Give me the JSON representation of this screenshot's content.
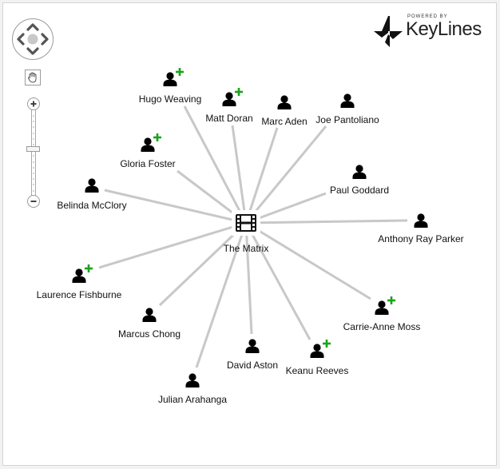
{
  "branding": {
    "powered_by": "POWERED BY",
    "name": "KeyLines"
  },
  "controls": {
    "navigation": [
      "pan-up",
      "pan-down",
      "pan-left",
      "pan-right",
      "reset-center"
    ],
    "hand_tool": "hand-icon",
    "zoom_in": "+",
    "zoom_out": "−",
    "zoom_level": 0.55
  },
  "colors": {
    "edge": "#c8c8c8",
    "node_icon": "#000000",
    "plus_badge": "#1aa31a",
    "label": "#111111"
  },
  "graph": {
    "center": {
      "id": "matrix",
      "label": "The Matrix",
      "icon": "film-icon"
    },
    "nodes": [
      {
        "id": "hugo-weaving",
        "label": "Hugo Weaving",
        "icon": "person-icon",
        "expandable": true
      },
      {
        "id": "matt-doran",
        "label": "Matt Doran",
        "icon": "person-icon",
        "expandable": true
      },
      {
        "id": "marc-aden",
        "label": "Marc Aden",
        "icon": "person-icon",
        "expandable": false
      },
      {
        "id": "joe-pantoliano",
        "label": "Joe Pantoliano",
        "icon": "person-icon",
        "expandable": false
      },
      {
        "id": "paul-goddard",
        "label": "Paul Goddard",
        "icon": "person-icon",
        "expandable": false
      },
      {
        "id": "anthony-ray-parker",
        "label": "Anthony Ray Parker",
        "icon": "person-icon",
        "expandable": false
      },
      {
        "id": "carrie-anne-moss",
        "label": "Carrie-Anne Moss",
        "icon": "person-icon",
        "expandable": true
      },
      {
        "id": "keanu-reeves",
        "label": "Keanu Reeves",
        "icon": "person-icon",
        "expandable": true
      },
      {
        "id": "david-aston",
        "label": "David Aston",
        "icon": "person-icon",
        "expandable": false
      },
      {
        "id": "julian-arahanga",
        "label": "Julian Arahanga",
        "icon": "person-icon",
        "expandable": false
      },
      {
        "id": "marcus-chong",
        "label": "Marcus Chong",
        "icon": "person-icon",
        "expandable": false
      },
      {
        "id": "laurence-fishburne",
        "label": "Laurence Fishburne",
        "icon": "person-icon",
        "expandable": true
      },
      {
        "id": "belinda-mcclory",
        "label": "Belinda McClory",
        "icon": "person-icon",
        "expandable": false
      },
      {
        "id": "gloria-foster",
        "label": "Gloria Foster",
        "icon": "person-icon",
        "expandable": true
      }
    ]
  }
}
